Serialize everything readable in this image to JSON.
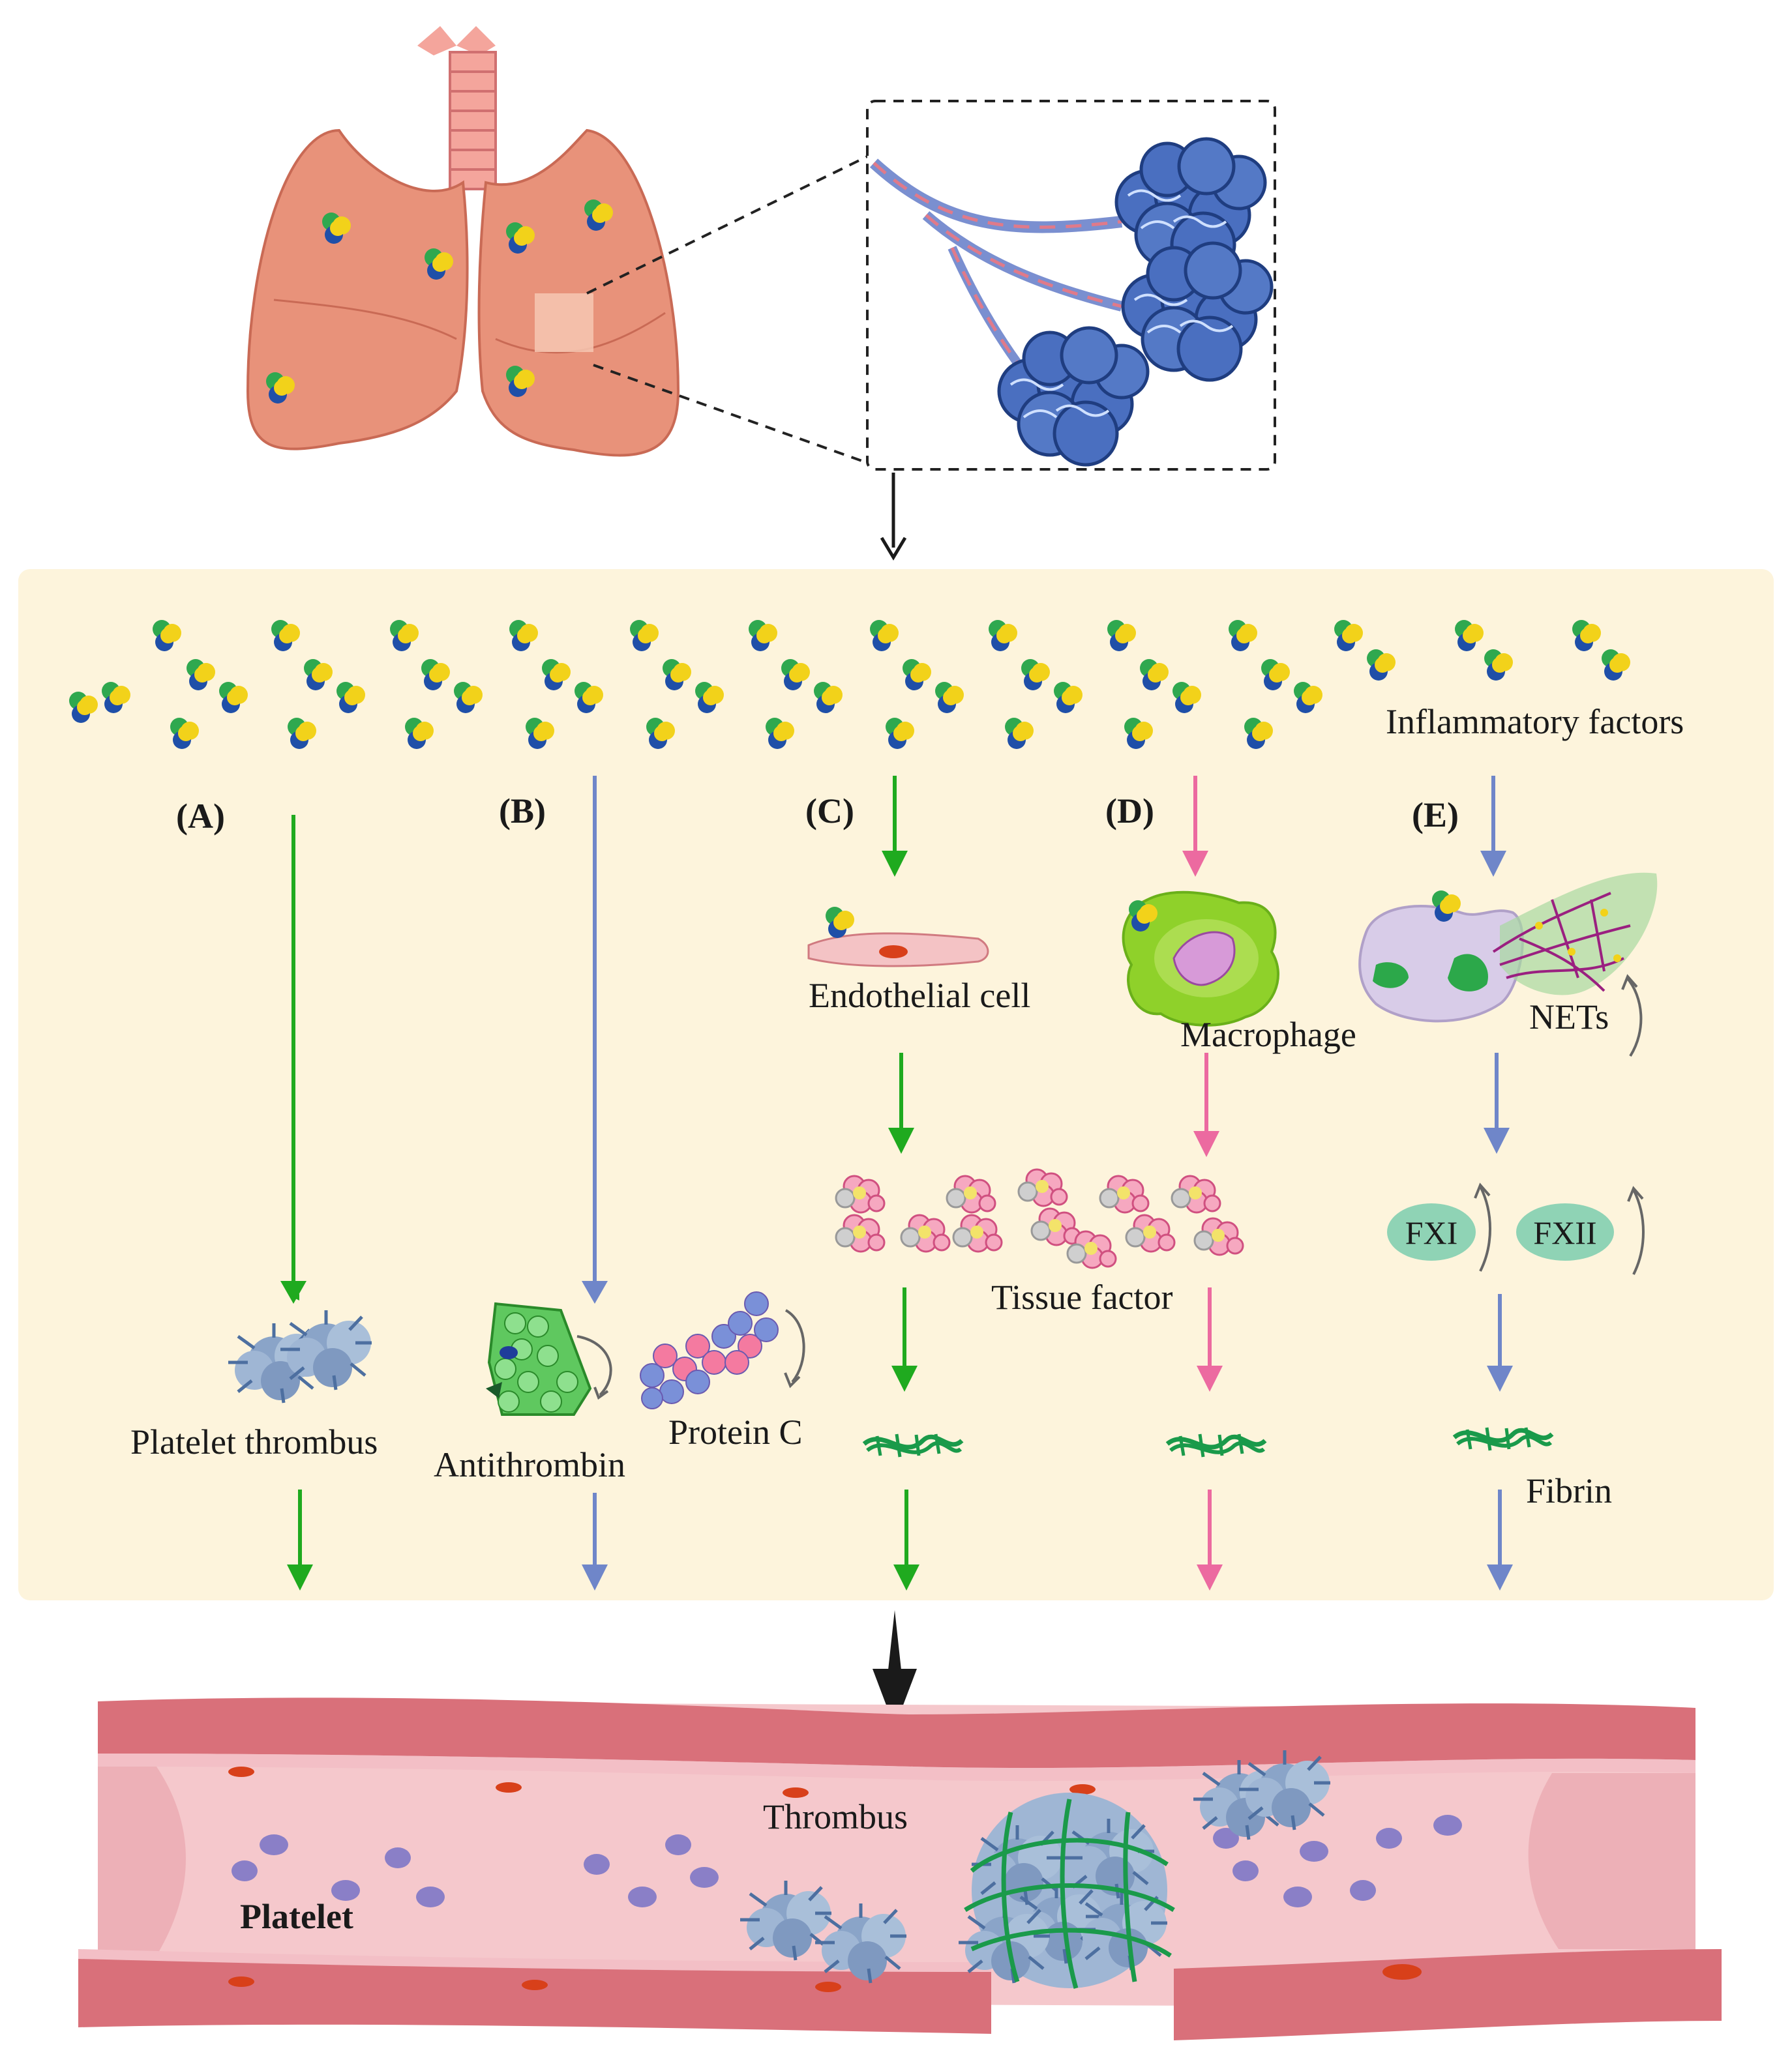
{
  "labels": {
    "panel_a": "(A)",
    "panel_b": "(B)",
    "panel_c": "(C)",
    "panel_d": "(D)",
    "panel_e": "(E)",
    "inflammatory_factors": "Inflammatory factors",
    "endothelial_cell": "Endothelial cell",
    "macrophage": "Macrophage",
    "nets": "NETs",
    "tissue_factor": "Tissue factor",
    "fxi": "FXI",
    "fxii": "FXII",
    "platelet_thrombus": "Platelet thrombus",
    "antithrombin": "Antithrombin",
    "protein_c": "Protein C",
    "fibrin": "Fibrin",
    "thrombus": "Thrombus",
    "platelet": "Platelet"
  },
  "colors": {
    "panel_background": "#fdf4dc",
    "lung": "#e8927a",
    "arrow_green": "#1faa1f",
    "arrow_blue": "#6f86c9",
    "arrow_pink": "#ec6aa0",
    "arrow_black": "#1a1a1a",
    "vessel_wall": "#d9707a",
    "vessel_lumen": "#f3c4c8",
    "platelet": "#8a7fc7",
    "fibrin": "#1a9a4a",
    "factor_oval": "#8fd3b5"
  },
  "icons": {
    "inflammatory_factor": "cytokine-cluster-icon",
    "alveoli": "alveoli-cluster-icon",
    "platelet_thrombus": "platelet-aggregate-icon",
    "fibrin": "fibrin-strand-icon"
  }
}
